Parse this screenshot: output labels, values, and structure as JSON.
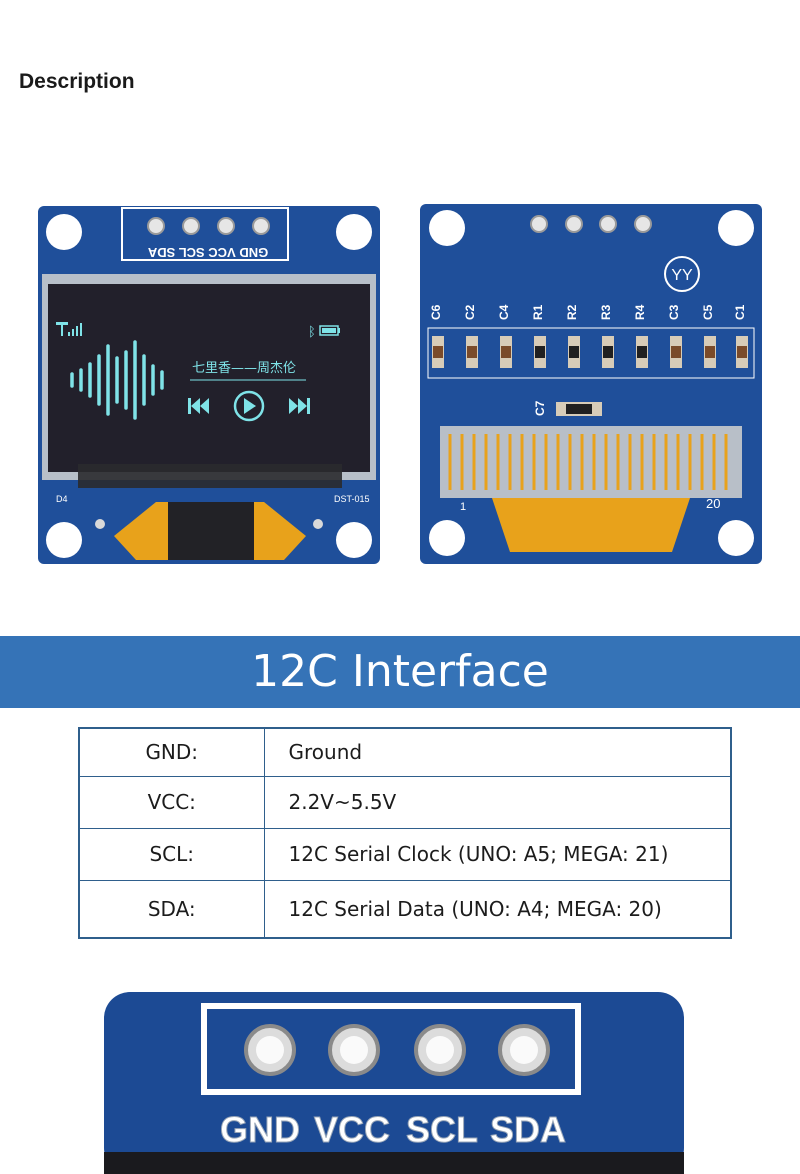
{
  "description_heading": "Description",
  "front_board": {
    "pin_labels": "GND VCC SCL SDA",
    "screen_song": "七里香——周杰伦",
    "silk_left": "D4",
    "silk_right": "DST-015"
  },
  "back_board": {
    "logo": "YY",
    "components": [
      "C6",
      "C2",
      "C4",
      "R1",
      "R2",
      "R3",
      "R4",
      "C3",
      "C5",
      "C1"
    ],
    "mid_component": "C7",
    "pin_one": "1",
    "pin_last": "20"
  },
  "interface_title": "12C Interface",
  "pins": [
    {
      "name": "GND:",
      "desc": "Ground"
    },
    {
      "name": "VCC:",
      "desc": "2.2V~5.5V"
    },
    {
      "name": "SCL:",
      "desc": "12C Serial Clock (UNO: A5; MEGA: 21)"
    },
    {
      "name": "SDA:",
      "desc": "12C Serial Data (UNO: A4; MEGA: 20)"
    }
  ],
  "closeup_labels": [
    "GND",
    "VCC",
    "SCL",
    "SDA"
  ],
  "colors": {
    "banner": "#3573b7",
    "pcb": "#1f4f9a",
    "table_border": "#2f5f8c",
    "screen_glyph": "#7fe3e8"
  }
}
